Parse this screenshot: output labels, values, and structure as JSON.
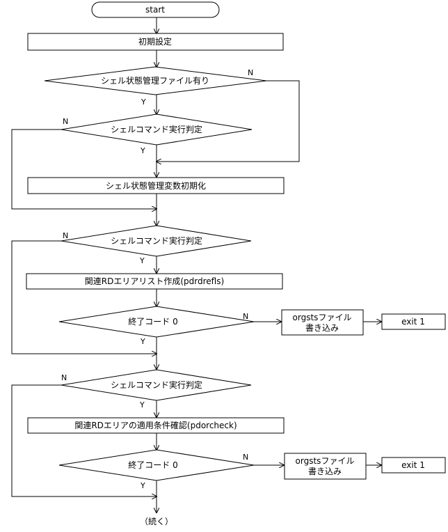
{
  "nodes": {
    "start": "start",
    "init": "初期設定",
    "d_shell_state_file": "シェル状態管理ファイル有り",
    "d_shell_cmd_1": "シェルコマンド実行判定",
    "init_vars": "シェル状態管理変数初期化",
    "d_shell_cmd_2": "シェルコマンド実行判定",
    "create_list": "関連RDエリアリスト作成(pdrdrefls)",
    "d_exit_code_1": "終了コード 0",
    "write_file_1_line1": "orgstsファイル",
    "write_file_1_line2": "書き込み",
    "exit_1": "exit 1",
    "d_shell_cmd_3": "シェルコマンド実行判定",
    "check_conditions": "関連RDエリアの適用条件確認(pdorcheck)",
    "d_exit_code_2": "終了コード 0",
    "write_file_2_line1": "orgstsファイル",
    "write_file_2_line2": "書き込み",
    "exit_2": "exit 1",
    "continued": "（続く）"
  },
  "labels": {
    "yes": "Y",
    "no": "N"
  }
}
